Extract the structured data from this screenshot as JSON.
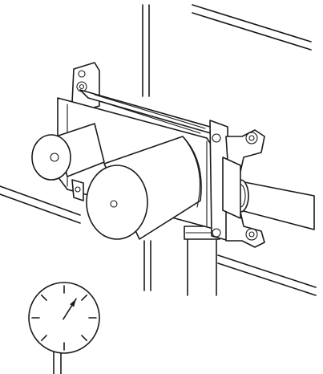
{
  "illustration": {
    "subject": "concealed-valve-body-pressure-test",
    "colors": {
      "line": "#1a1a1a",
      "fill": "#ffffff"
    },
    "gauge": {
      "tick_count": 8,
      "needle_reading_fraction": 0.62
    }
  }
}
